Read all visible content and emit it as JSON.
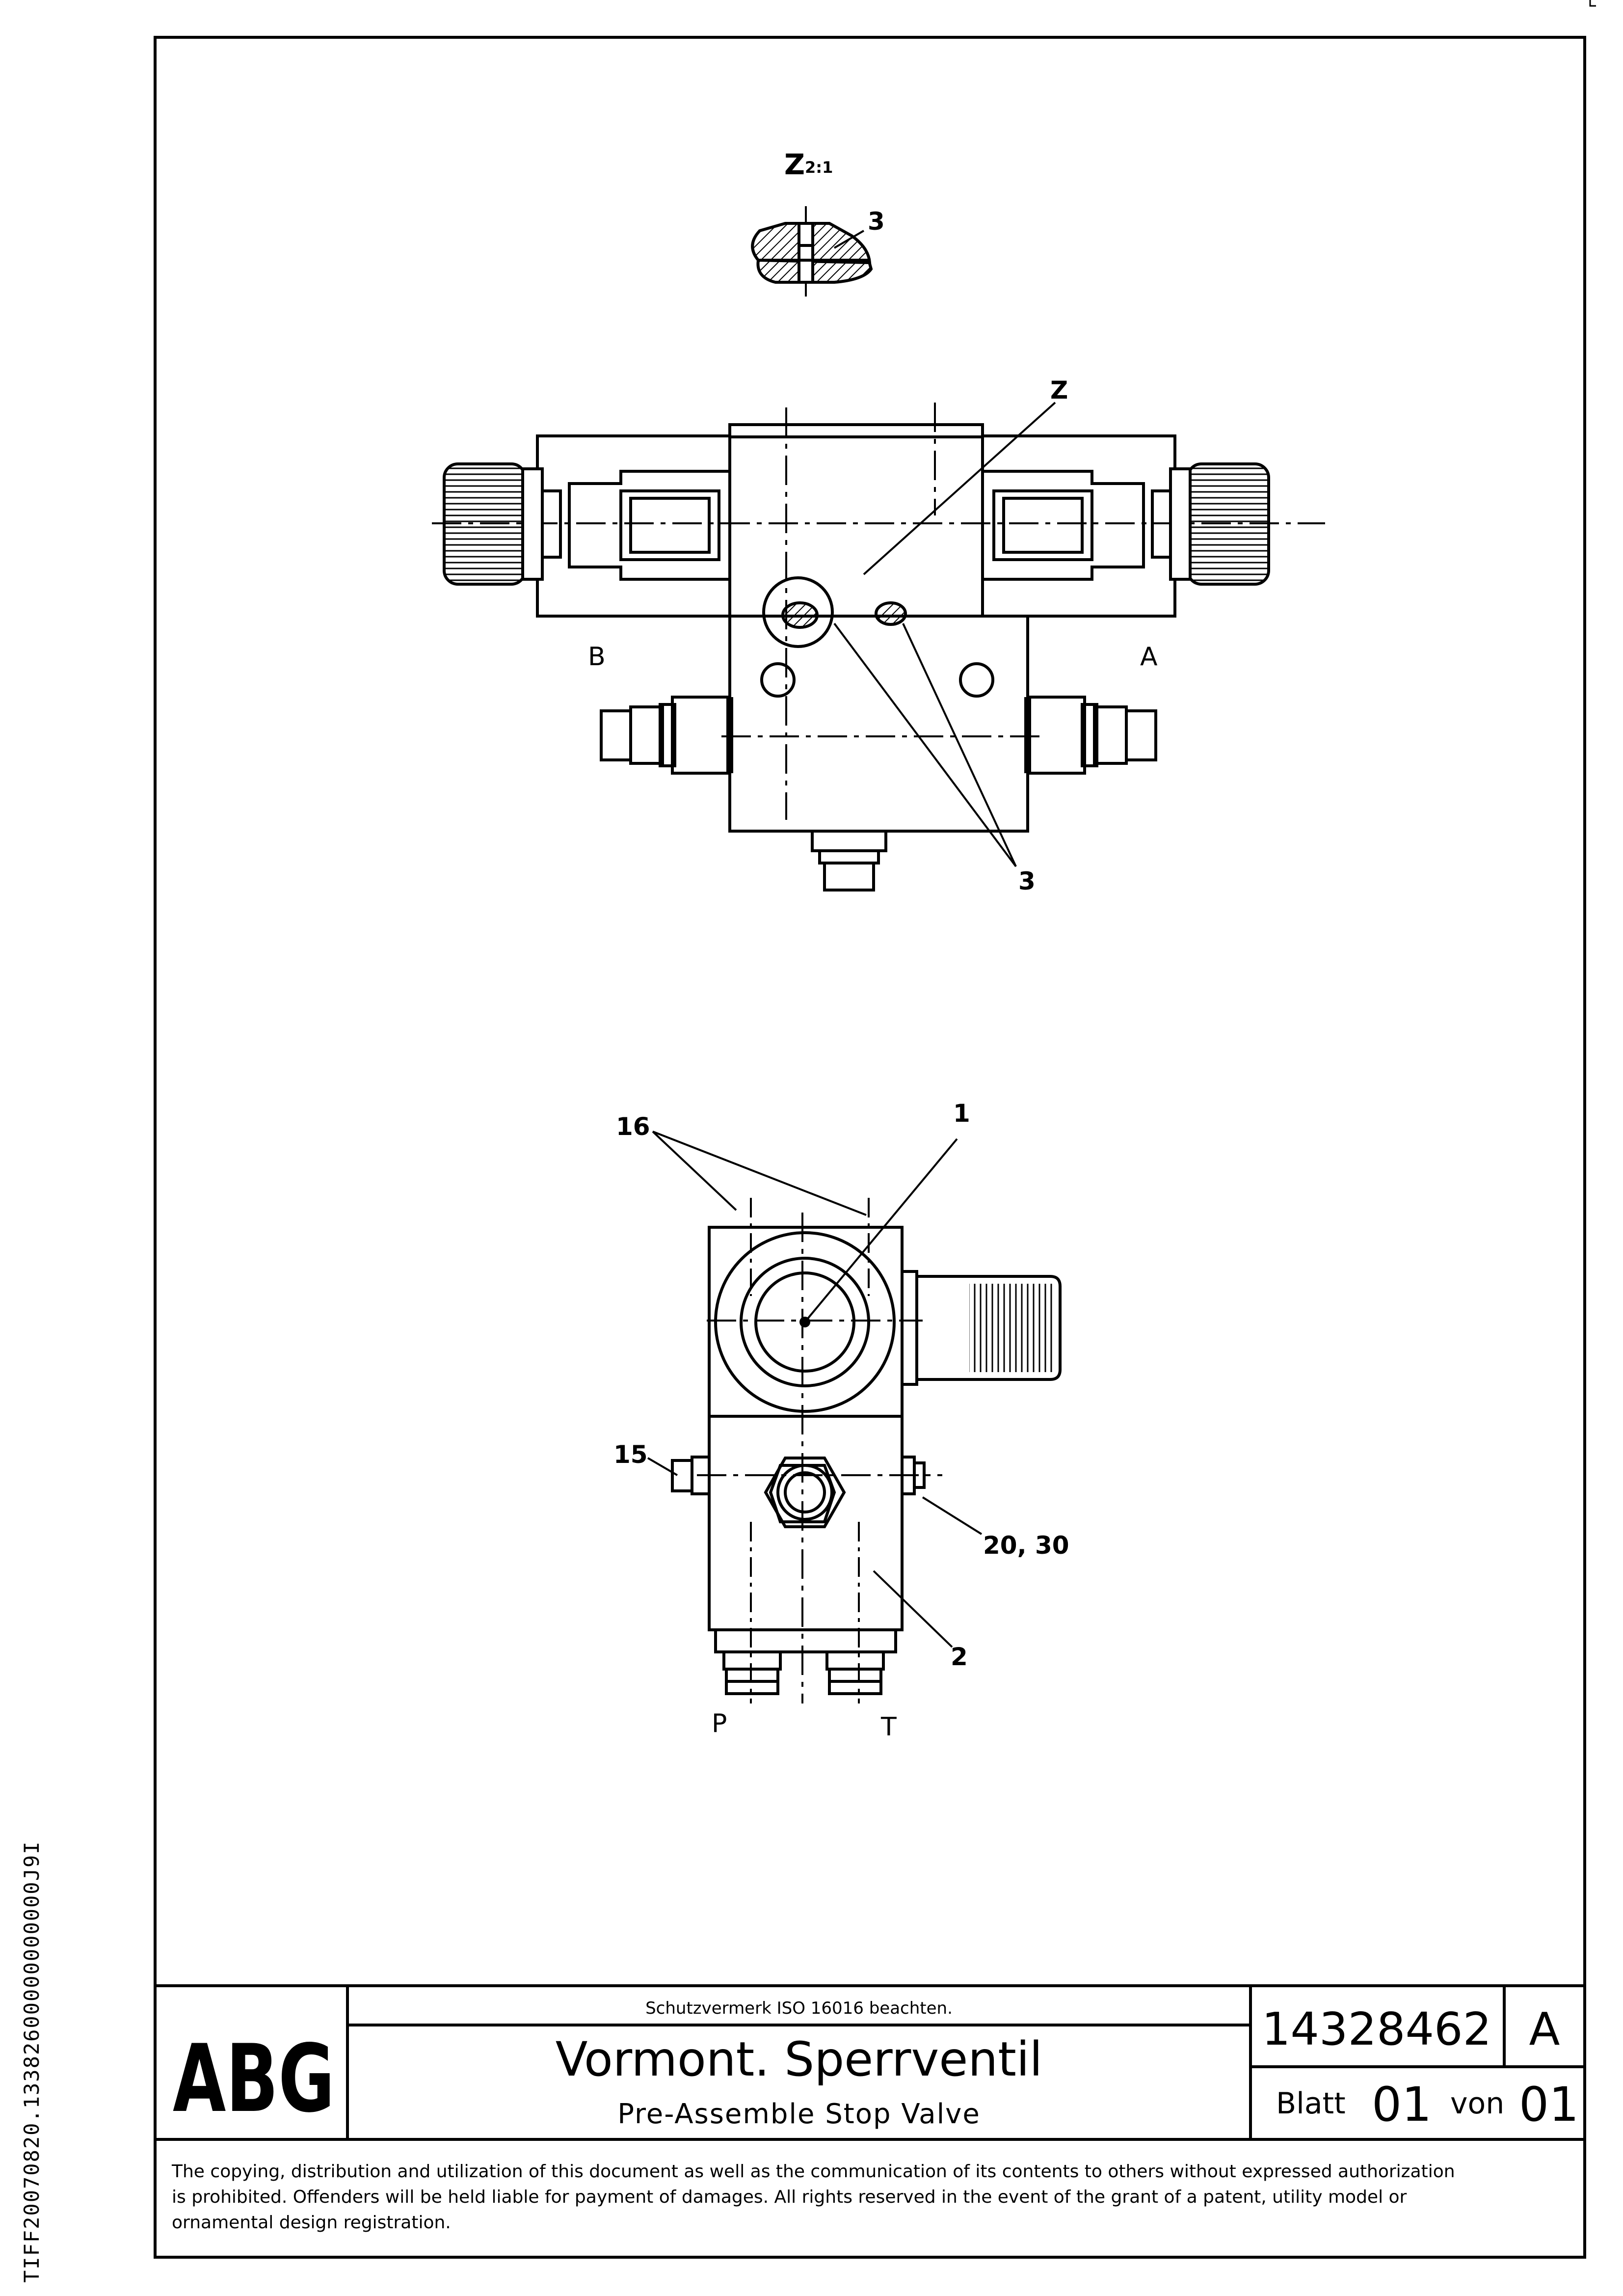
{
  "side_code": "TIFF20070820.13382600000000000J9I",
  "detail": {
    "name": "Z",
    "scale": "2:1"
  },
  "labels": {
    "item_3_detail": "3",
    "detail_marker": "Z",
    "port_b": "B",
    "port_a": "A",
    "item_3": "3",
    "item_16": "16",
    "item_1": "1",
    "item_15": "15",
    "item_20_30": "20, 30",
    "item_2": "2",
    "port_p": "P",
    "port_t": "T"
  },
  "title_block": {
    "logo": "ABG",
    "protection_note": "Schutzvermerk ISO 16016 beachten.",
    "title_de": "Vormont. Sperrventil",
    "title_en": "Pre-Assemble Stop Valve",
    "drawing_number": "14328462",
    "revision": "A",
    "sheet_label": "Blatt",
    "sheet_number": "01",
    "of_label": "von",
    "sheet_total": "01"
  },
  "copyright": [
    "The copying, distribution and utilization of this document as well as the communication of its contents to others without expressed authorization",
    "is prohibited. Offenders will be held liable for payment of damages. All rights reserved in the event of the grant of a patent, utility model or",
    "ornamental design registration."
  ]
}
